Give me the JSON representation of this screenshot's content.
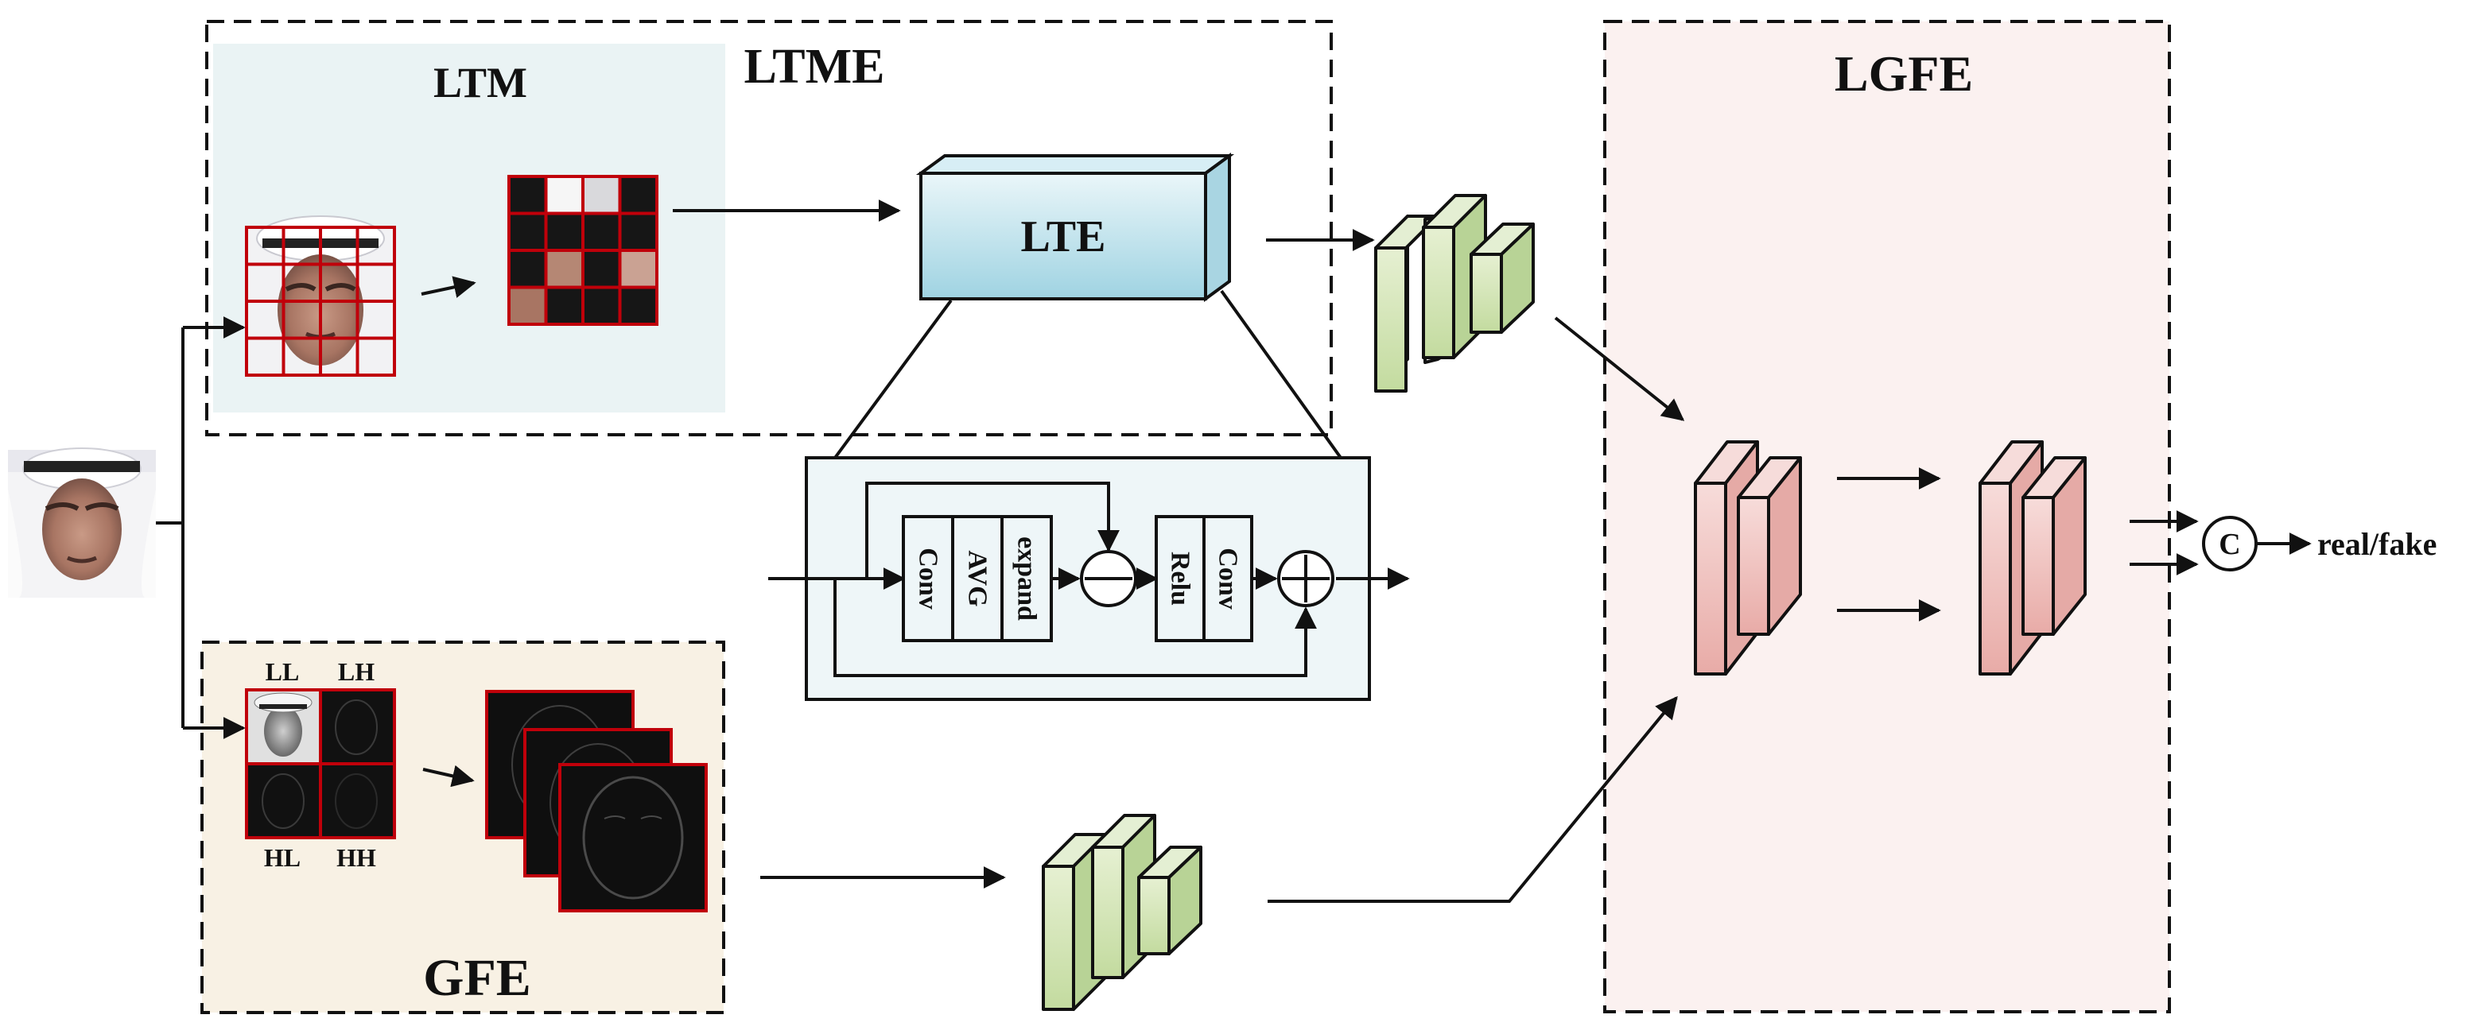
{
  "labels": {
    "ltme": "LTME",
    "ltm": "LTM",
    "lte": "LTE",
    "gfe": "GFE",
    "lgfe": "LGFE",
    "conv": "Conv",
    "avg": "AVG",
    "expand": "expand",
    "relu": "Relu",
    "conv2": "Conv",
    "concat": "C",
    "output": "real/fake",
    "ll": "LL",
    "lh": "LH",
    "hl": "HL",
    "hh": "HH"
  },
  "colors": {
    "ltm_bg": "#eaf3f4",
    "gfe_bg": "#f8f1e4",
    "lgfe_bg": "#fbf1f0",
    "lte_block_bg": "#eef6f8",
    "lte_top": "#b9e0ea",
    "lte_bottom": "#cfeaf2",
    "green_front": "#cfe3b0",
    "pink_front": "#efc3c0",
    "grid_red": "#c0000a"
  }
}
